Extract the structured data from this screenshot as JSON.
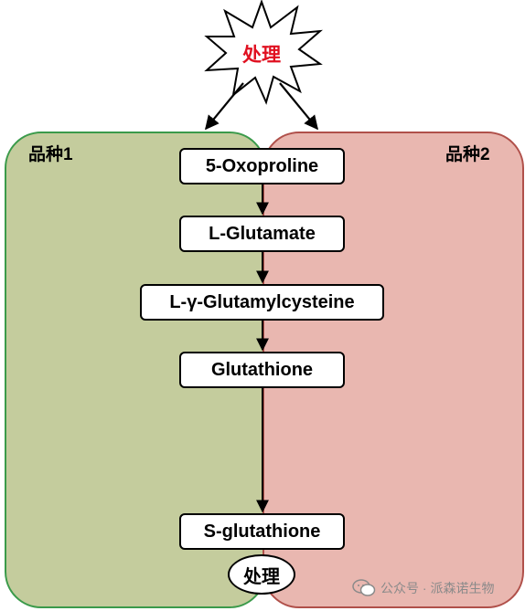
{
  "regions": {
    "left_label": "品种1",
    "right_label": "品种2",
    "left_color": "#c4cc9d",
    "right_color": "#e9b7b0"
  },
  "treatment_top": {
    "label": "处理",
    "color": "#e01020"
  },
  "pathway": {
    "nodes": [
      "5-Oxoproline",
      "L-Glutamate",
      "L-γ-Glutamylcysteine",
      "Glutathione",
      "S-glutathione"
    ]
  },
  "treatment_bottom": {
    "label": "处理"
  },
  "watermark": {
    "text": "公众号 · 派森诺生物",
    "icon": "wechat-icon"
  }
}
